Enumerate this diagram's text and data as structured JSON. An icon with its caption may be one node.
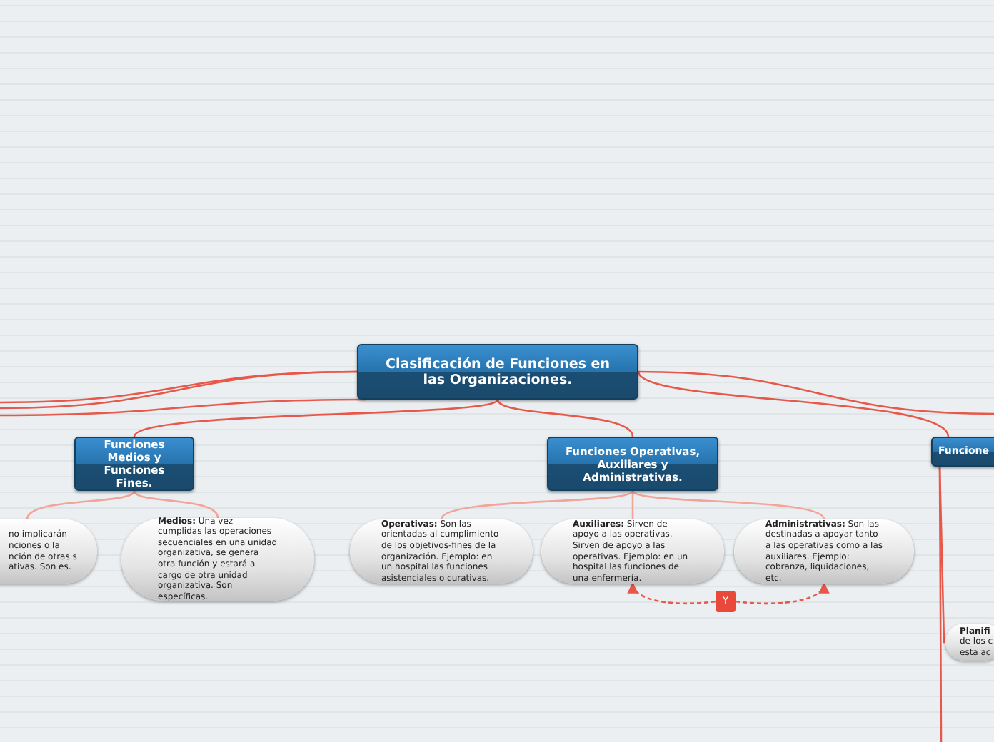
{
  "diagram": {
    "nodes": [
      {
        "text": [
          "Clasificación de Funciones en las Organizaciones."
        ]
      },
      {
        "text": [
          "Funciones Medios y Funciones Fines."
        ]
      },
      {
        "text": [
          "no implicarán nciones o la nción de otras s ativas. Son es."
        ]
      },
      {
        "text": [
          "**Medios:** Una vez cumplidas las operaciones secuenciales en una unidad organizativa, se genera otra función y estará a cargo de otra unidad organizativa. Son específicas."
        ]
      },
      {
        "text": [
          "Funciones Operativas, Auxiliares y Administrativas."
        ]
      },
      {
        "text": [
          "**Operativas:** Son las orientadas al cumplimiento de los objetivos-fines de la organización. Ejemplo: en un hospital las funciones asistenciales o curativas."
        ]
      },
      {
        "text": [
          "**Auxiliares:** Sirven de apoyo a las operativas. Sirven de apoyo a las operativas. Ejemplo: en un hospital las funciones de una enfermería."
        ]
      },
      {
        "text": [
          "**Administrativas:** Son las destinadas a apoyar tanto a las operativas como a las auxiliares. Ejemplo: cobranza, liquidaciones, etc."
        ]
      },
      {
        "text": [
          "Y"
        ]
      },
      {
        "text": [
          "Funcione"
        ]
      },
      {
        "text": [
          "**Planifi** de los c esta ac"
        ]
      }
    ],
    "edges": [
      {
        "from": 0,
        "to": 1,
        "arrow": "none"
      },
      {
        "from": 0,
        "to": 4,
        "arrow": "none"
      },
      {
        "from": 0,
        "to": 9,
        "arrow": "none"
      },
      {
        "from": 0,
        "to": null,
        "arrow": "none"
      },
      {
        "from": 0,
        "to": null,
        "arrow": "none"
      },
      {
        "from": 0,
        "to": null,
        "arrow": "none"
      },
      {
        "from": 0,
        "to": null,
        "arrow": "none"
      },
      {
        "from": 1,
        "to": 2,
        "arrow": "none",
        "color": "#f3a397"
      },
      {
        "from": 1,
        "to": 3,
        "arrow": "none",
        "color": "#f3a397"
      },
      {
        "from": 4,
        "to": 5,
        "arrow": "none",
        "color": "#f3a397"
      },
      {
        "from": 4,
        "to": 6,
        "arrow": "none",
        "color": "#f3a397"
      },
      {
        "from": 4,
        "to": 7,
        "arrow": "none",
        "color": "#f3a397"
      },
      {
        "from": 8,
        "to": 6,
        "arrow": "to",
        "style": "dashed"
      },
      {
        "from": 8,
        "to": 7,
        "arrow": "to",
        "style": "dashed"
      },
      {
        "from": 9,
        "to": 10,
        "arrow": "none"
      },
      {
        "from": 9,
        "to": null,
        "arrow": "none"
      }
    ]
  }
}
